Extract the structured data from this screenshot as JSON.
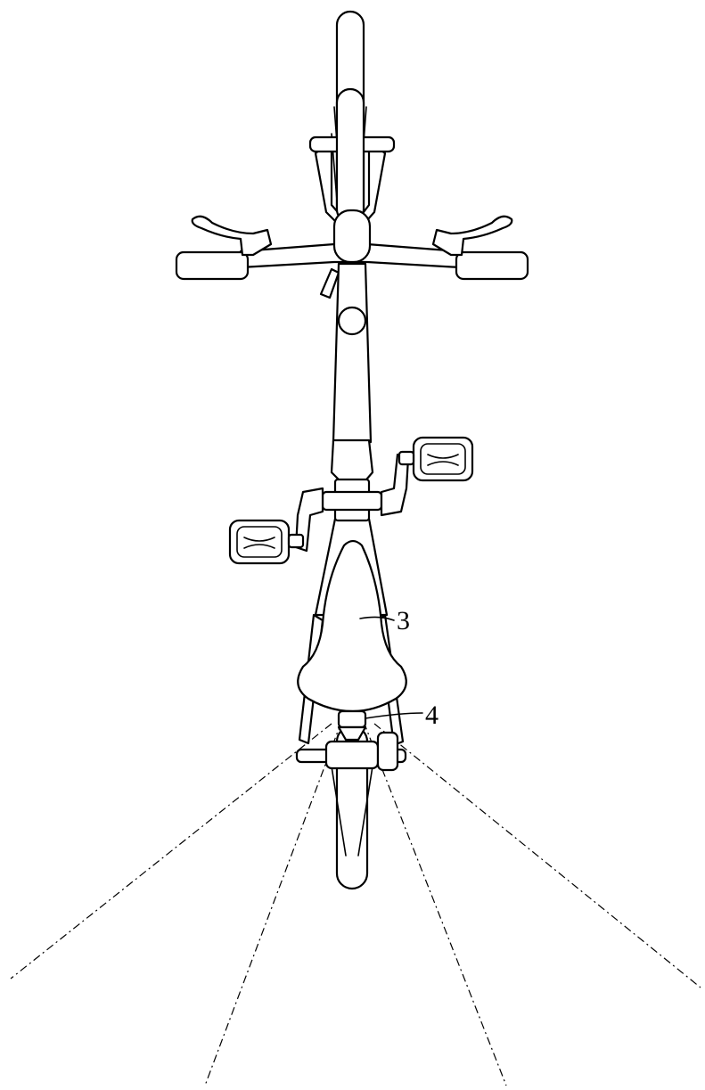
{
  "figure": {
    "labels": [
      {
        "id": "3",
        "text": "3"
      },
      {
        "id": "4",
        "text": "4"
      }
    ]
  }
}
